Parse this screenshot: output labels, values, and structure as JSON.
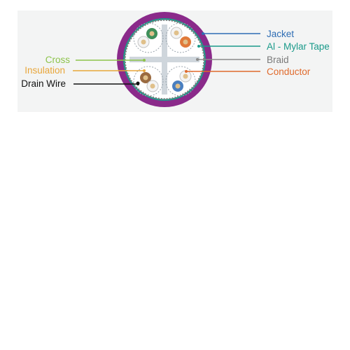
{
  "labels": {
    "jacket": "Jacket",
    "mylar": "Al - Mylar Tape",
    "braid": "Braid",
    "conductor": "Conductor",
    "cross": "Cross",
    "insulation": "Insulation",
    "drain_wire": "Drain Wire"
  },
  "colors": {
    "panel_bg": "#f3f4f4",
    "jacket": "#8a2a8a",
    "jacket_label": "#2e6db4",
    "mylar": "#1a9a8a",
    "braid": "#8a8a8a",
    "conductor": "#e06a2c",
    "cross": "#8cc34a",
    "insulation": "#e8a63a",
    "drain_wire": "#111111",
    "pair_green": "#3f8f5a",
    "pair_orange": "#e07a3a",
    "pair_brown": "#9a6a40",
    "pair_blue": "#4a7fc0",
    "separator": "#cfd6dc"
  }
}
